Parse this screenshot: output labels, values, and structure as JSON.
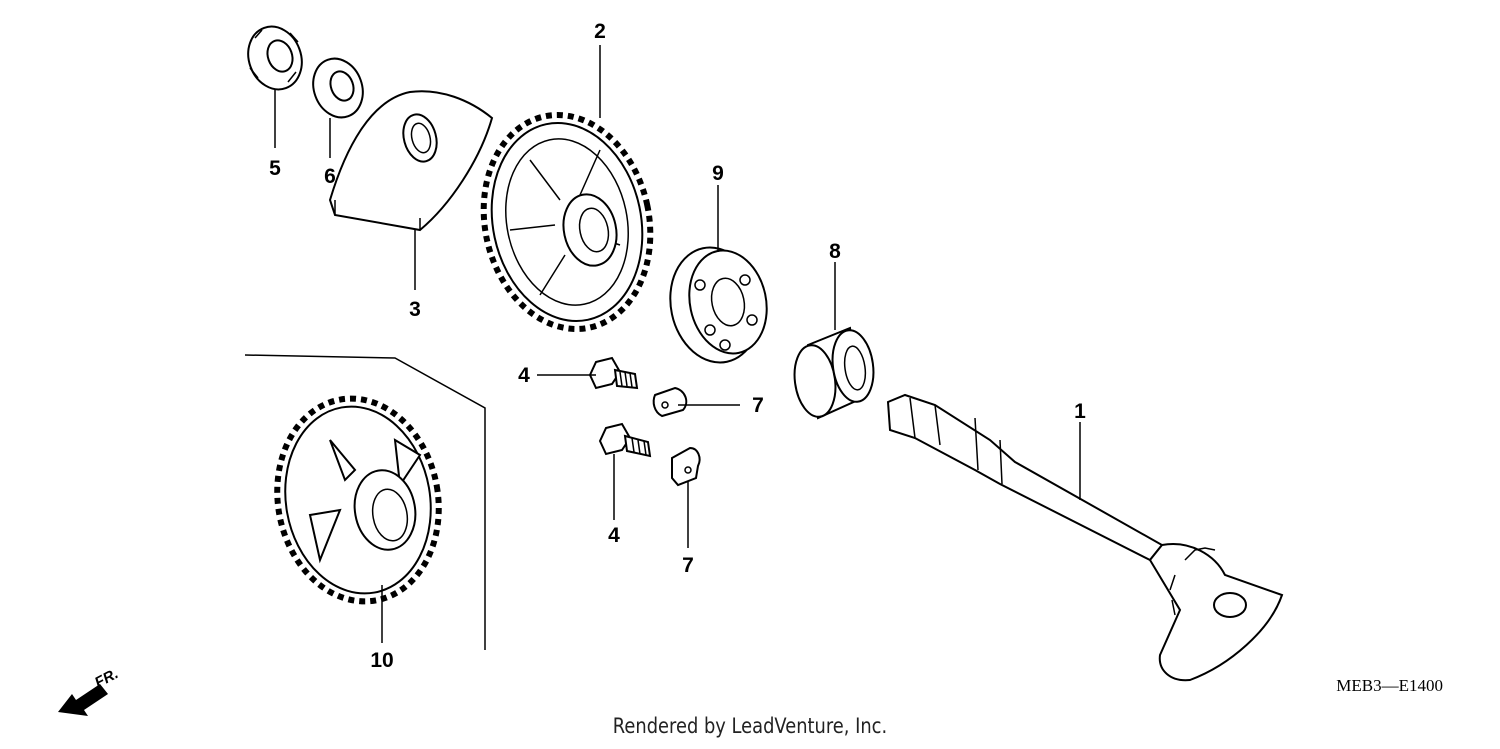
{
  "diagram_code": "MEB3—E1400",
  "front_indicator": "FR.",
  "footer_text": "Rendered by LeadVenture, Inc.",
  "callouts": {
    "c1": "1",
    "c2": "2",
    "c3": "3",
    "c4a": "4",
    "c4b": "4",
    "c5": "5",
    "c6": "6",
    "c7a": "7",
    "c7b": "7",
    "c8": "8",
    "c9": "9",
    "c10": "10"
  },
  "icons": {
    "front_arrow": "arrow-left-down-icon"
  }
}
